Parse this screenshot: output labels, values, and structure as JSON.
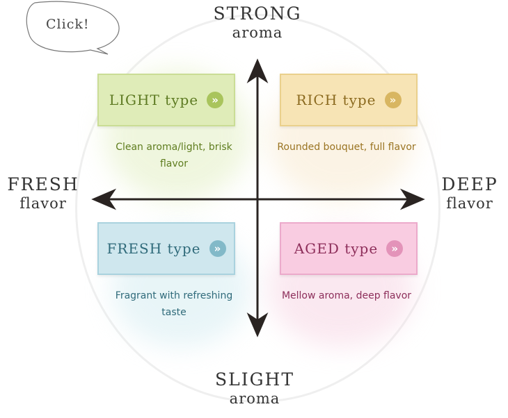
{
  "bubble": {
    "text": "Click!"
  },
  "axes": {
    "top": {
      "line1": "STRONG",
      "line2": "aroma"
    },
    "bottom": {
      "line1": "SLIGHT",
      "line2": "aroma"
    },
    "left": {
      "line1": "FRESH",
      "line2": "flavor"
    },
    "right": {
      "line1": "DEEP",
      "line2": "flavor"
    }
  },
  "types": {
    "light": {
      "label": "LIGHT type",
      "arrow": "»",
      "description": "Clean aroma/light, brisk flavor"
    },
    "rich": {
      "label": "RICH type",
      "arrow": "»",
      "description": "Rounded bouquet, full flavor"
    },
    "fresh": {
      "label": "FRESH type",
      "arrow": "»",
      "description": "Fragrant with refreshing taste"
    },
    "aged": {
      "label": "AGED type",
      "arrow": "»",
      "description": "Mellow aroma, deep flavor"
    }
  },
  "colors": {
    "light": "#dfecb8",
    "rich": "#f7e4b5",
    "fresh": "#cfe7ee",
    "aged": "#f9cce1",
    "arrows": "#2a2422"
  }
}
